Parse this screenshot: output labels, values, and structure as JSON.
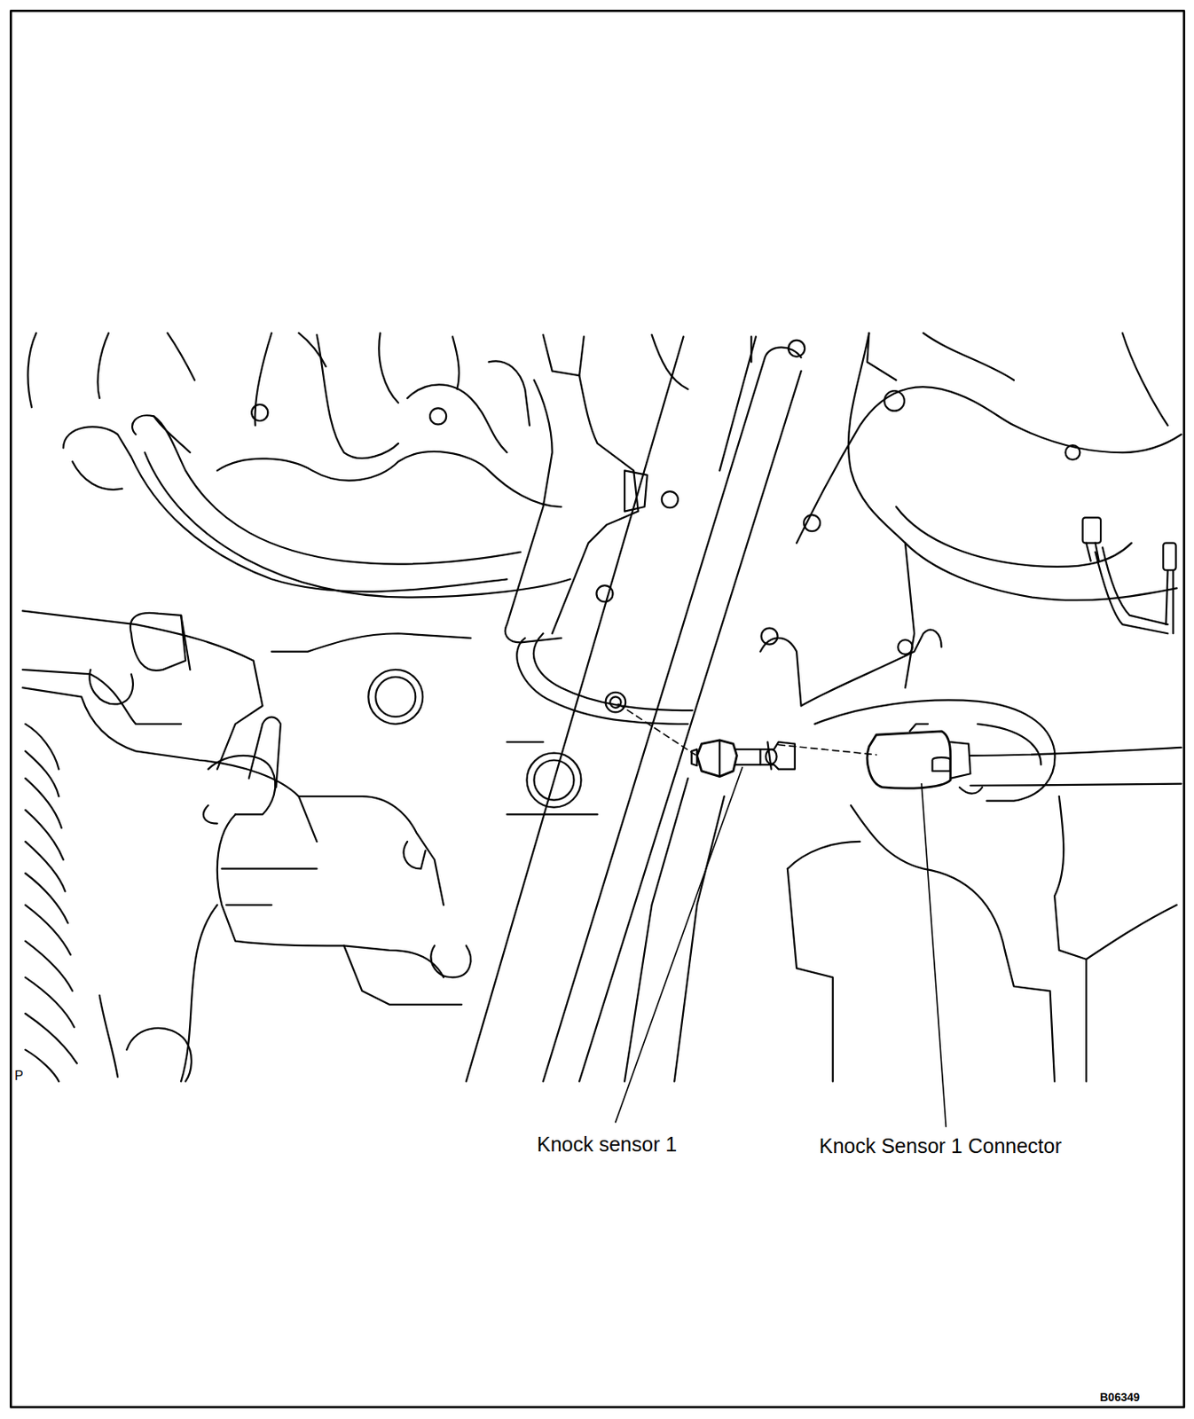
{
  "diagram": {
    "labels": [
      "P",
      "Knock sensor 1",
      "Knock Sensor 1 Connector",
      "B06349"
    ]
  }
}
